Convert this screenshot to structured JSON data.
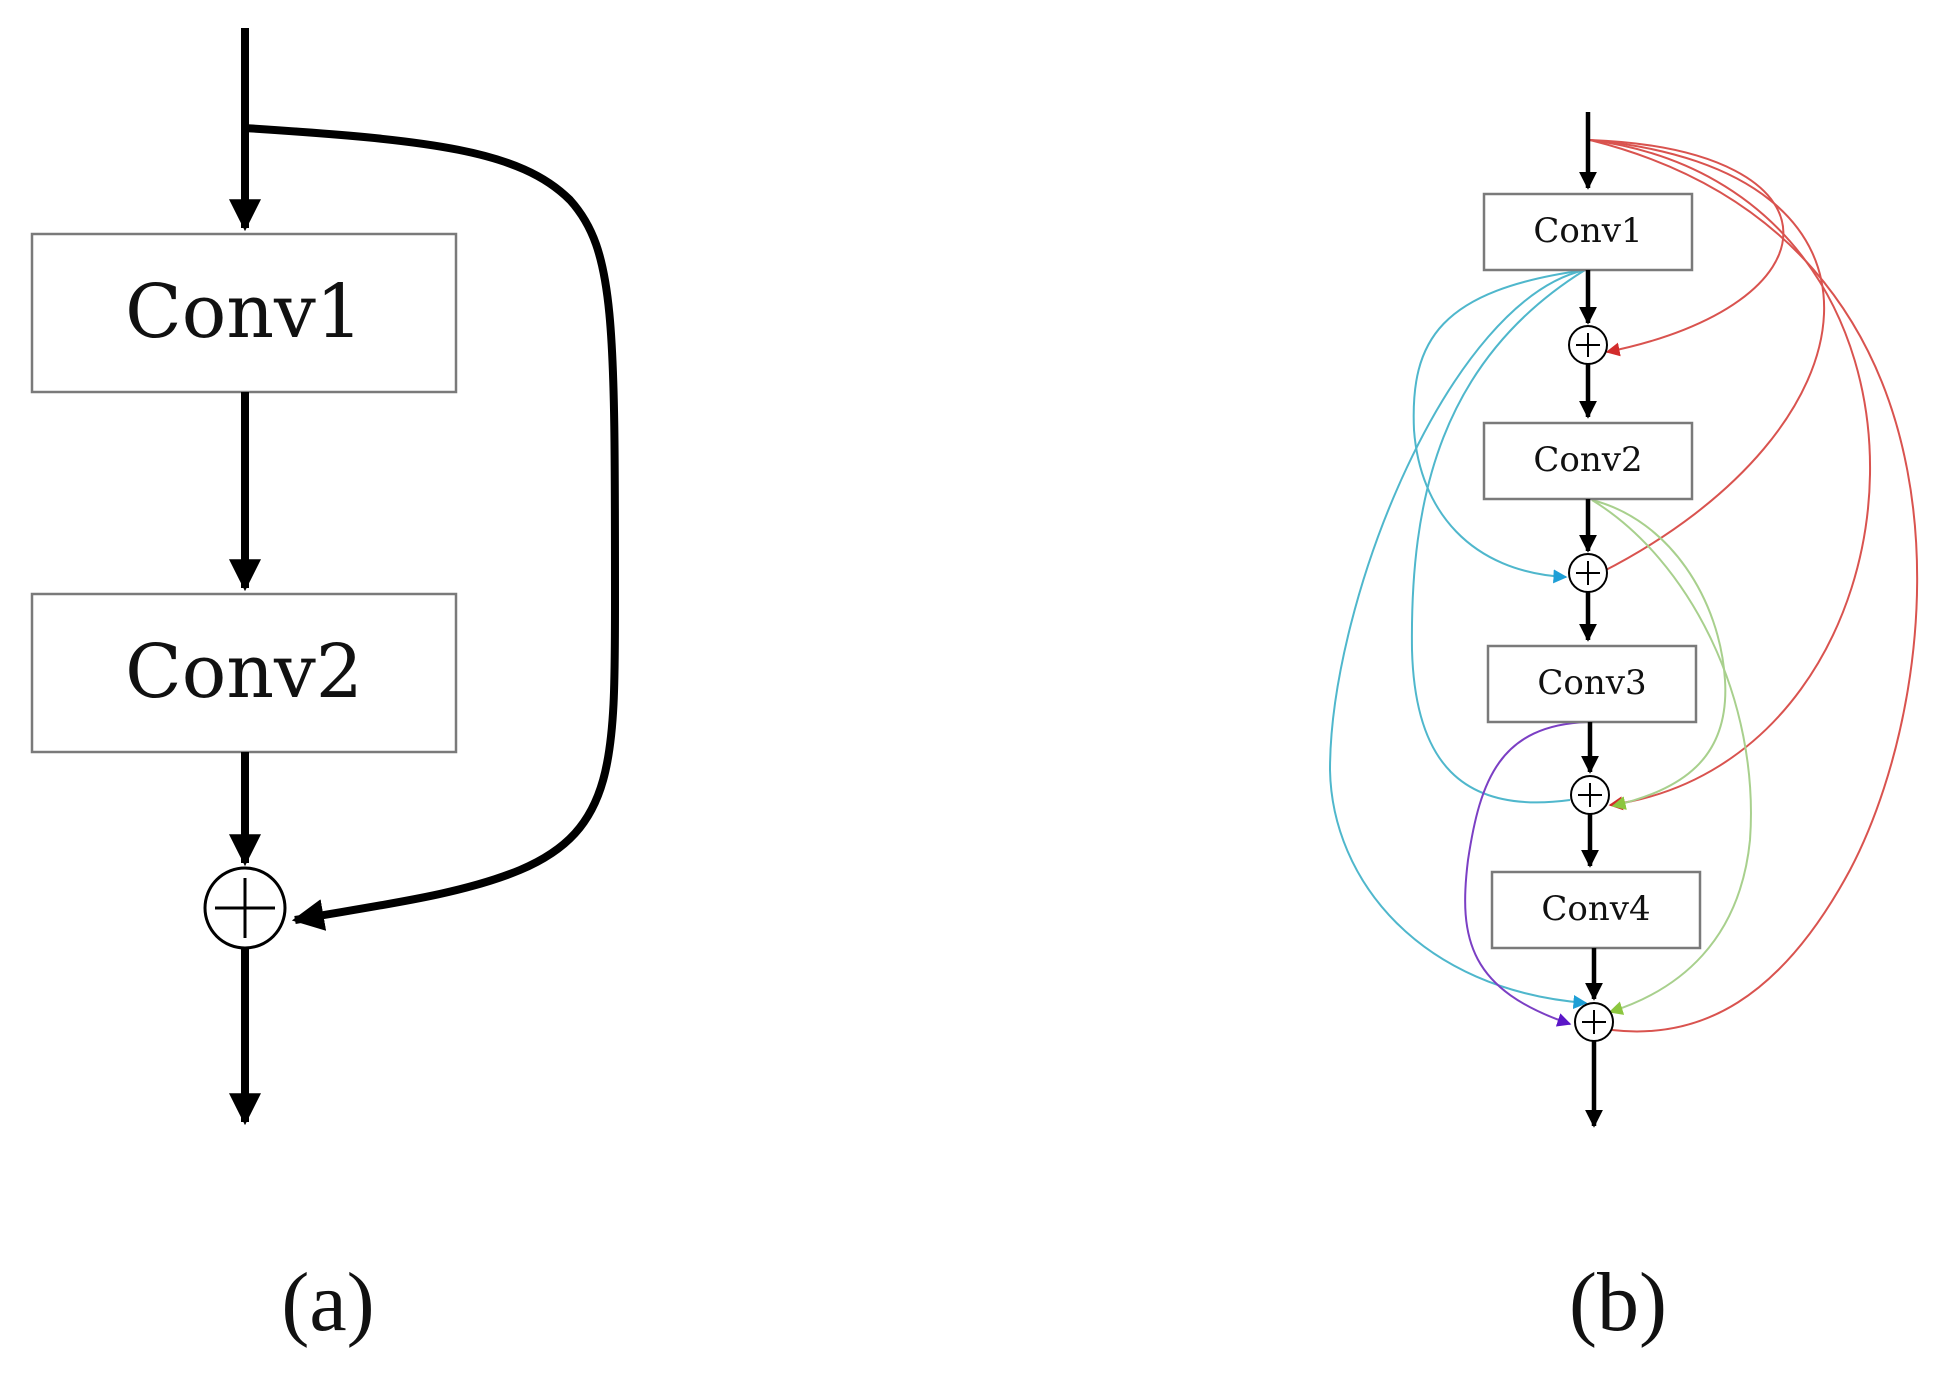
{
  "panel_a": {
    "caption": "(a)",
    "blocks": [
      "Conv1",
      "Conv2"
    ]
  },
  "panel_b": {
    "caption": "(b)",
    "blocks": [
      "Conv1",
      "Conv2",
      "Conv3",
      "Conv4"
    ]
  },
  "colors": {
    "line": "#000000",
    "box_border": "#7a7a7a",
    "skip_from_input": "#d9534f",
    "skip_from_conv1": "#4fb7cc",
    "skip_from_conv2": "#a8d08d",
    "skip_from_conv3": "#7b3fc4"
  }
}
